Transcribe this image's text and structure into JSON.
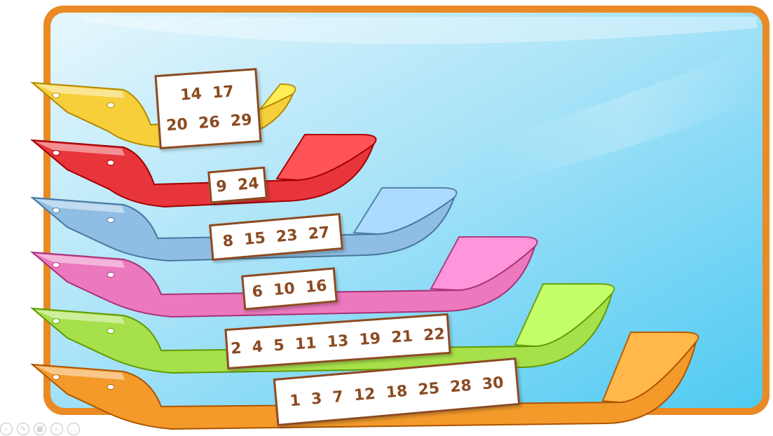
{
  "colors": {
    "frame": "#e98a24",
    "background_top": "#d7f2fb",
    "background_bottom": "#5ccff5",
    "label_text": "#8b4a20",
    "sleds": [
      "#f6cf3a",
      "#e8353c",
      "#8fbde3",
      "#ec78bd",
      "#a6e04a",
      "#f39a2b"
    ]
  },
  "sleds": [
    {
      "color_name": "yellow",
      "lines": [
        "14  17",
        "20  26  29"
      ]
    },
    {
      "color_name": "red",
      "lines": [
        "9  24"
      ]
    },
    {
      "color_name": "blue",
      "lines": [
        "8  15  23  27"
      ]
    },
    {
      "color_name": "pink",
      "lines": [
        "6  10  16"
      ]
    },
    {
      "color_name": "green",
      "lines": [
        "2  4  5  11  13  19  21  22"
      ]
    },
    {
      "color_name": "orange",
      "lines": [
        "1  3  7  12  18  25  28  30"
      ]
    }
  ],
  "toolbar": {
    "icons": [
      "prev-icon",
      "pen-icon",
      "grid-icon",
      "zoom-icon",
      "more-icon"
    ],
    "glyphs": [
      "‹",
      "✎",
      "▦",
      "⌕",
      "…"
    ]
  }
}
